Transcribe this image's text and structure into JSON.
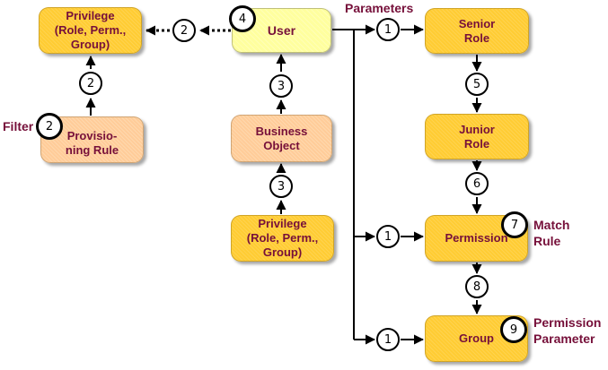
{
  "colors": {
    "box_gold": "#FFCC33",
    "box_peach": "#FFCC99",
    "box_pale_yellow": "#FFFF99",
    "text_maroon": "#76103A",
    "line_black": "#000000",
    "badge_fill": "#FFFFFF"
  },
  "nodes": {
    "privilege_top": {
      "lines": [
        "Privilege",
        "(Role, Perm.,",
        "Group)"
      ]
    },
    "user": {
      "lines": [
        "User"
      ]
    },
    "senior_role": {
      "lines": [
        "Senior",
        "Role"
      ]
    },
    "provisioning_rule": {
      "lines": [
        "Provisio-",
        "ning Rule"
      ]
    },
    "business_object": {
      "lines": [
        "Business",
        "Object"
      ]
    },
    "junior_role": {
      "lines": [
        "Junior",
        "Role"
      ]
    },
    "privilege_bottom": {
      "lines": [
        "Privilege",
        "(Role, Perm.,",
        "Group)"
      ]
    },
    "permission": {
      "lines": [
        "Permission"
      ]
    },
    "group": {
      "lines": [
        "Group"
      ]
    }
  },
  "badges": {
    "filter_corner": "2",
    "prov_to_privilege": "2",
    "user_to_privilege": "2",
    "user_corner": "4",
    "bizobj_to_user": "3",
    "privilege_to_bizobj": "3",
    "user_to_senior": "1",
    "user_to_permission": "1",
    "user_to_group": "1",
    "senior_to_junior": "5",
    "junior_to_permission": "6",
    "match_rule_corner": "7",
    "permission_to_group": "8",
    "perm_param_corner": "9"
  },
  "labels": {
    "filter": "Filter",
    "parameters": "Parameters",
    "match_rule": {
      "lines": [
        "Match",
        "Rule"
      ]
    },
    "permission_parameter": {
      "lines": [
        "Permission",
        "Parameter"
      ]
    }
  },
  "edges": [
    {
      "from": "Provisioning Rule",
      "to": "Privilege (Role, Perm., Group)",
      "badge": "2",
      "style": "solid"
    },
    {
      "from": "User",
      "to": "Privilege (Role, Perm., Group)",
      "badge": "2",
      "style": "dotted"
    },
    {
      "from": "Business Object",
      "to": "User",
      "badge": "3",
      "style": "solid"
    },
    {
      "from": "Privilege (Role, Perm., Group)",
      "to": "Business Object",
      "badge": "3",
      "style": "solid"
    },
    {
      "from": "User",
      "to": "Senior Role",
      "badge": "1",
      "style": "solid"
    },
    {
      "from": "User",
      "to": "Permission",
      "badge": "1",
      "style": "solid"
    },
    {
      "from": "User",
      "to": "Group",
      "badge": "1",
      "style": "solid"
    },
    {
      "from": "Senior Role",
      "to": "Junior Role",
      "badge": "5",
      "style": "solid"
    },
    {
      "from": "Junior Role",
      "to": "Permission",
      "badge": "6",
      "style": "solid"
    },
    {
      "from": "Permission",
      "to": "Group",
      "badge": "8",
      "style": "solid"
    }
  ]
}
